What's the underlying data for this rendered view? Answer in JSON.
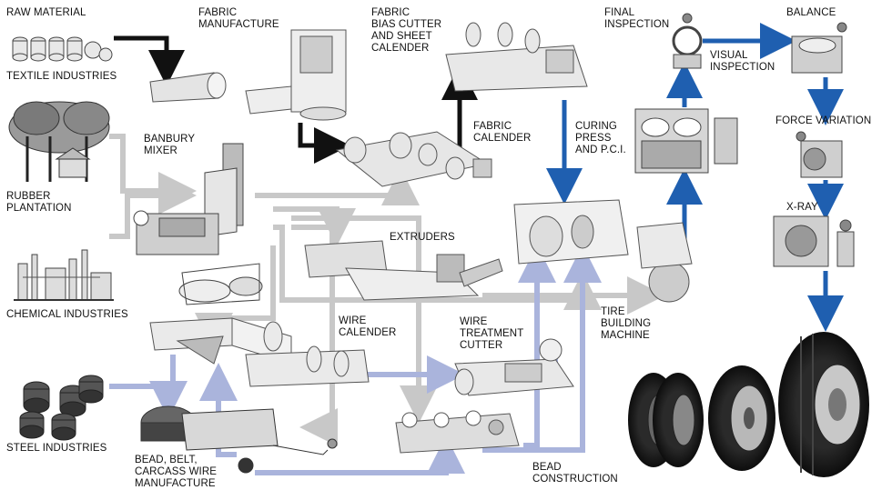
{
  "labels": {
    "raw_material": "RAW MATERIAL",
    "textile_industries": "TEXTILE INDUSTRIES",
    "rubber_plantation": "RUBBER\nPLANTATION",
    "chemical_industries": "CHEMICAL INDUSTRIES",
    "steel_industries": "STEEL INDUSTRIES",
    "fabric_manufacture": "FABRIC\nMANUFACTURE",
    "banbury_mixer": "BANBURY\nMIXER",
    "fabric_bias_cutter": "FABRIC\nBIAS CUTTER\nAND SHEET\nCALENDER",
    "fabric_calender": "FABRIC\nCALENDER",
    "extruders": "EXTRUDERS",
    "wire_calender": "WIRE\nCALENDER",
    "wire_treatment_cutter": "WIRE\nTREATMENT\nCUTTER",
    "bead_belt_carcass": "BEAD, BELT,\nCARCASS WIRE\nMANUFACTURE",
    "bead_construction": "BEAD\nCONSTRUCTION",
    "curing_press": "CURING\nPRESS\nAND P.C.I.",
    "tire_building_machine": "TIRE\nBUILDING\nMACHINE",
    "final_inspection": "FINAL\nINSPECTION",
    "visual_inspection": "VISUAL\nINSPECTION",
    "balance": "BALANCE",
    "force_variation": "FORCE VARIATION",
    "x_ray": "X-RAY"
  },
  "colors": {
    "black_flow": "#111111",
    "grey_flow": "#c8c8c8",
    "lavender_flow": "#aab4dc",
    "blue_flow": "#1f5fb0",
    "illustration": "#555555",
    "tire": "#1a1a1a"
  }
}
